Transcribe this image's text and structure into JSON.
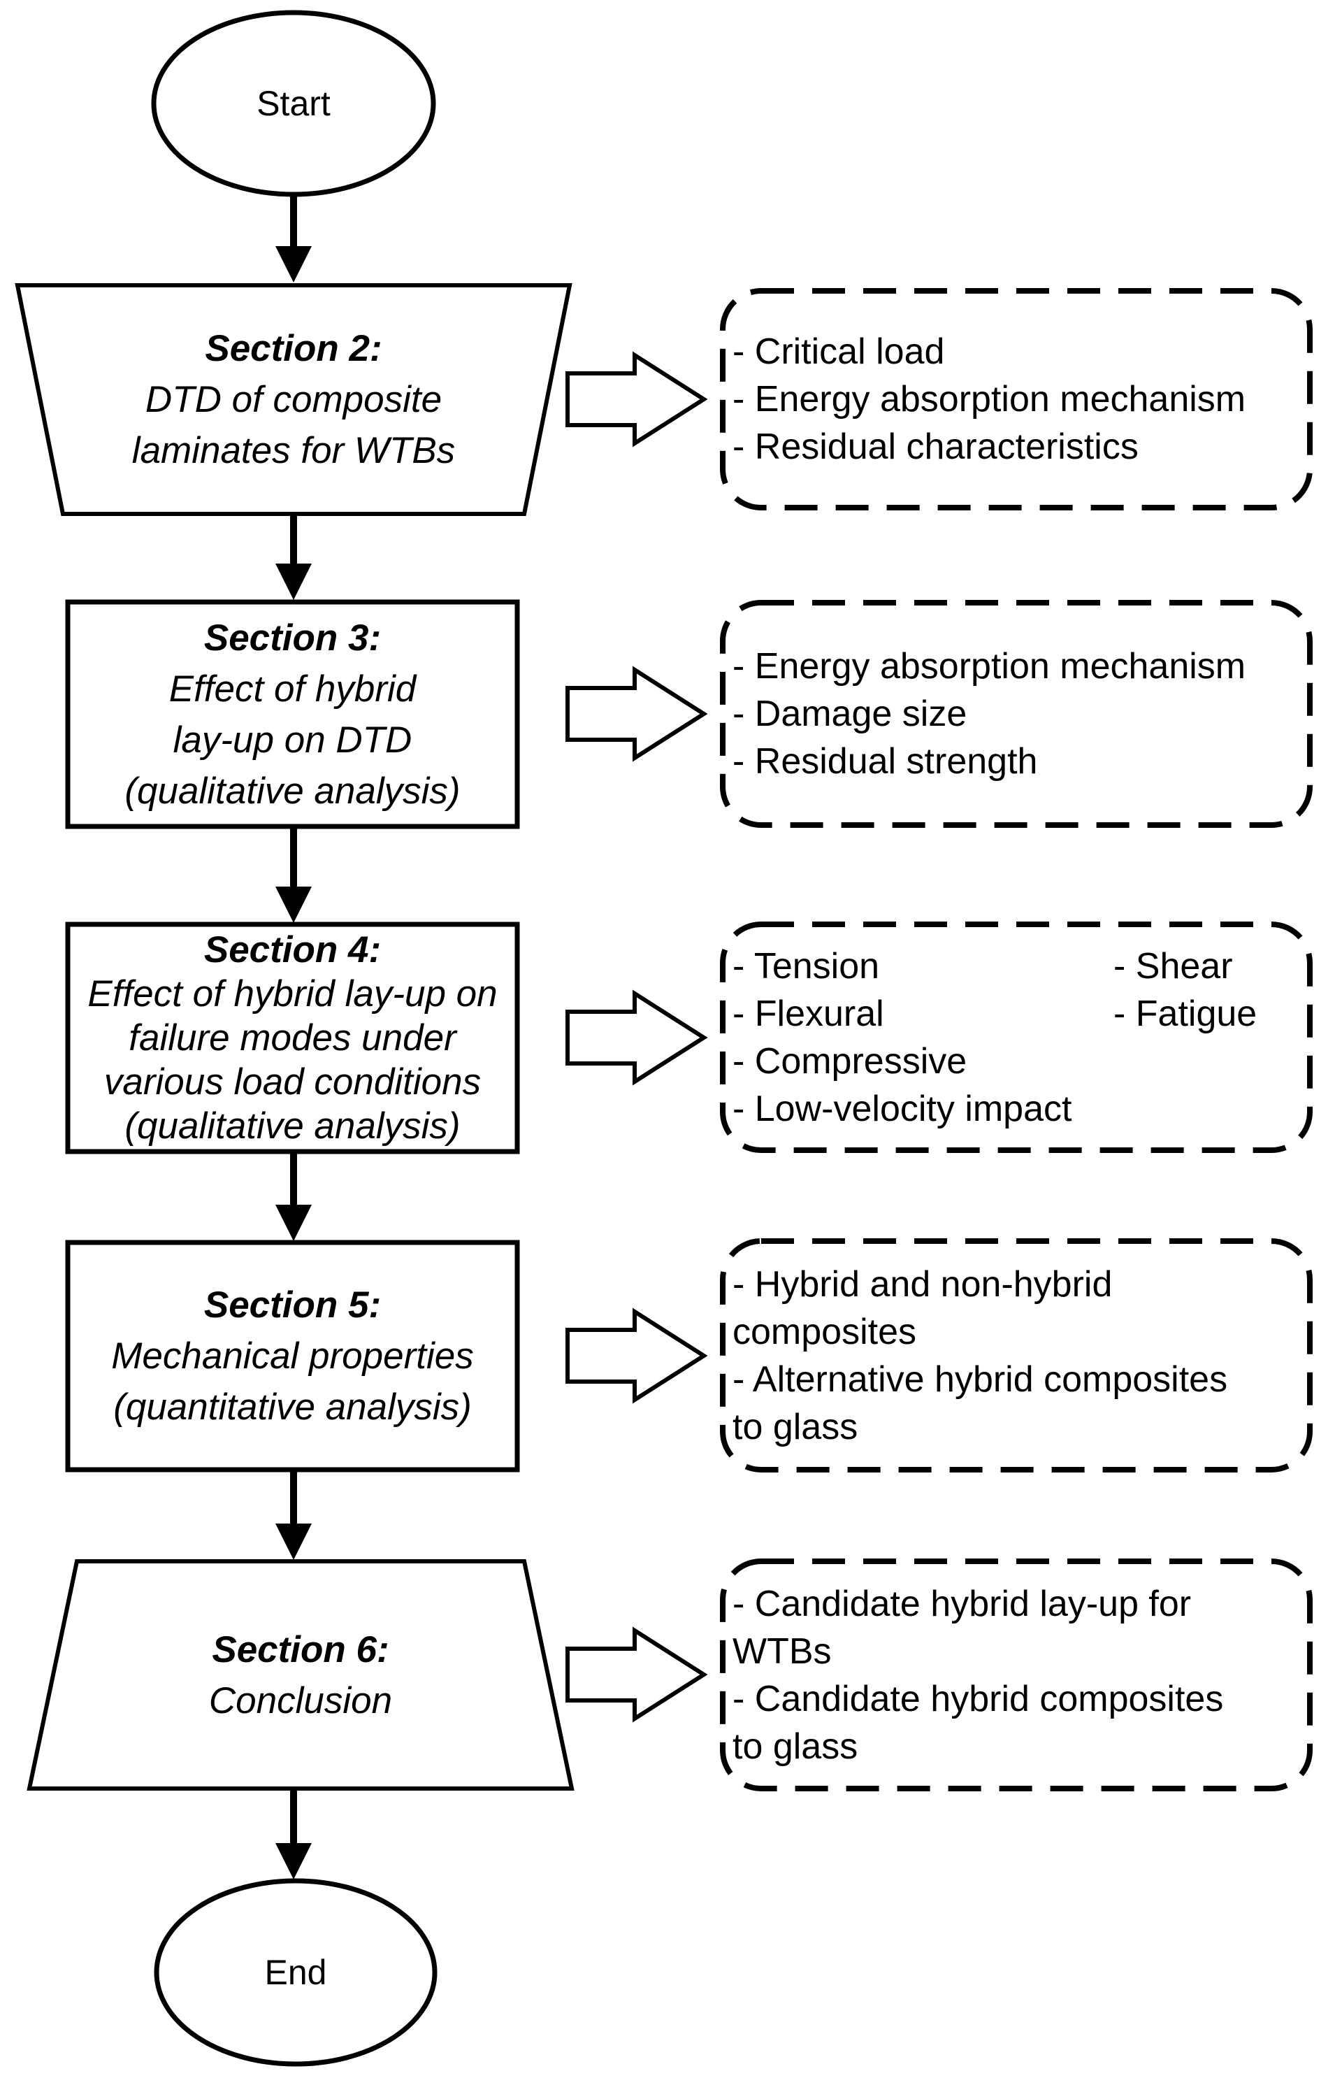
{
  "diagram": {
    "colors": {
      "ink": "#000000",
      "paper": "#ffffff"
    },
    "nodes": {
      "start": {
        "label": "Start"
      },
      "section2": {
        "title": "Section 2:",
        "lines": [
          "DTD of composite",
          "laminates for WTBs"
        ]
      },
      "section3": {
        "title": "Section 3:",
        "lines": [
          "Effect of hybrid",
          "lay-up on DTD",
          "(qualitative analysis)"
        ]
      },
      "section4": {
        "title": "Section 4:",
        "lines": [
          "Effect of hybrid lay-up on",
          "failure modes under",
          "various load conditions",
          "(qualitative analysis)"
        ]
      },
      "section5": {
        "title": "Section 5:",
        "lines": [
          "Mechanical properties",
          "(quantitative analysis)"
        ]
      },
      "section6": {
        "title": "Section 6:",
        "lines": [
          "Conclusion"
        ]
      },
      "end": {
        "label": "End"
      }
    },
    "callouts": {
      "box1": {
        "items": [
          "- Critical load",
          "- Energy absorption mechanism",
          "- Residual characteristics"
        ]
      },
      "box2": {
        "items": [
          "- Energy absorption mechanism",
          "- Damage size",
          "- Residual strength"
        ]
      },
      "box3": {
        "left_items": [
          "- Tension",
          "- Flexural",
          "- Compressive",
          "- Low-velocity impact"
        ],
        "right_items": [
          "- Shear",
          "- Fatigue"
        ]
      },
      "box4": {
        "lines": [
          "- Hybrid and non-hybrid",
          "composites",
          "- Alternative hybrid composites",
          "to glass"
        ]
      },
      "box5": {
        "lines": [
          "- Candidate hybrid lay-up for",
          "WTBs",
          "- Candidate hybrid composites",
          "to glass"
        ]
      }
    }
  }
}
